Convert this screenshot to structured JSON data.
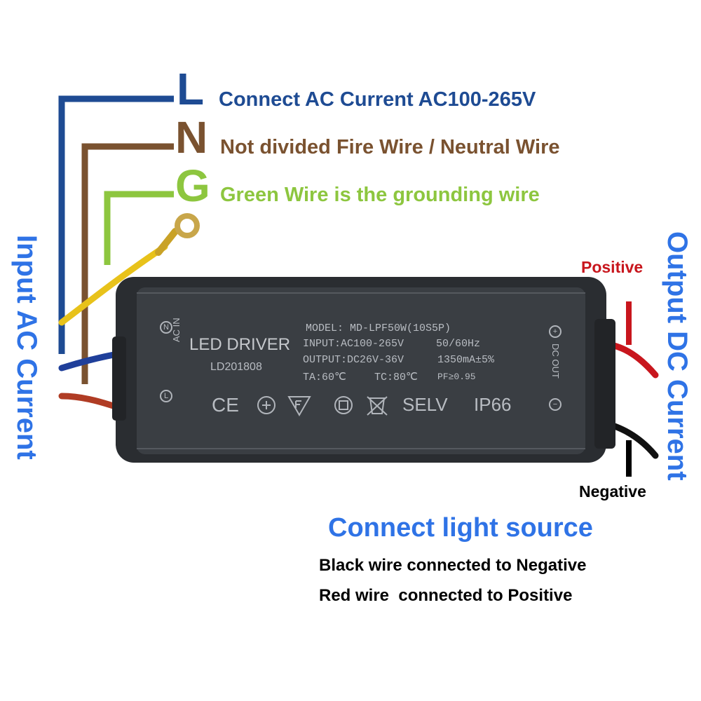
{
  "colors": {
    "l_blue": "#1e4b93",
    "n_brown": "#7a5230",
    "g_green": "#8dc63f",
    "accent_blue": "#2f73e6",
    "positive_red": "#c8161d",
    "negative_black": "#000000",
    "driver_body": "#2a2d31"
  },
  "wires": {
    "L": {
      "letter": "L",
      "description": "Connect AC Current AC100-265V"
    },
    "N": {
      "letter": "N",
      "description": "Not divided Fire Wire / Neutral Wire"
    },
    "G": {
      "letter": "G",
      "description": "Green Wire is the grounding wire"
    }
  },
  "side_labels": {
    "input": "Input AC Current",
    "output": "Output DC Current"
  },
  "polarity": {
    "positive": "Positive",
    "negative": "Negative"
  },
  "driver": {
    "title": "LED DRIVER",
    "code": "LD201808",
    "model": "MODEL: MD-LPF50W(10S5P)",
    "input": "INPUT:AC100-265V",
    "frequency": "50/60Hz",
    "output": "OUTPUT:DC26V-36V",
    "current": "1350mA±5%",
    "ta": "TA:60℃",
    "tc": "TC:80℃",
    "pf": "PF≥0.95",
    "selv": "SELV",
    "ip": "IP66",
    "ac_in": "AC IN",
    "dc_out": "DC OUT",
    "n_mark": "N",
    "l_mark": "L",
    "plus_mark": "+",
    "minus_mark": "−",
    "ce": "CE"
  },
  "instructions": {
    "heading": "Connect light source",
    "line1": "Black wire connected to Negative",
    "line2": "Red wire  connected to Positive"
  }
}
